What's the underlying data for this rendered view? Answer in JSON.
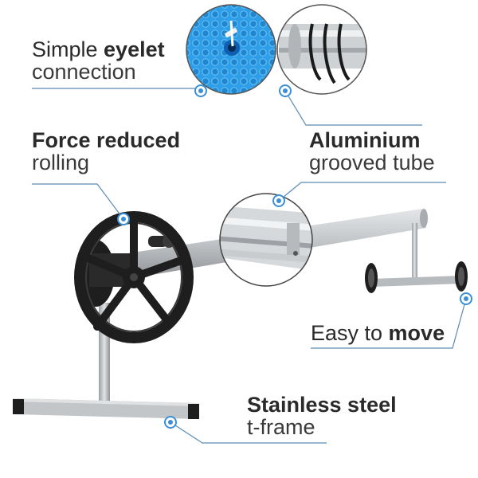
{
  "colors": {
    "accent": "#3a8fd6",
    "leader": "#5b8bb5",
    "text": "#2a2a2a",
    "wheel": "#1e1e1e",
    "tube": "#b9bcbf",
    "cover_blue": "#2e9ee8"
  },
  "callouts": {
    "eyelet": {
      "pre": "Simple ",
      "bold": "eyelet",
      "line2": "connection"
    },
    "force": {
      "bold": "Force reduced",
      "line2": "rolling"
    },
    "aluminium": {
      "bold": "Aluminium",
      "line2": "grooved tube"
    },
    "move": {
      "pre": "Easy to ",
      "bold": "move"
    },
    "steel": {
      "bold": "Stainless steel",
      "line2": "t-frame"
    }
  },
  "icons": {
    "marker": "target-dot-icon",
    "eyelet_photo": "eyelet-detail-icon",
    "tube_photo": "grooved-tube-detail-icon"
  }
}
